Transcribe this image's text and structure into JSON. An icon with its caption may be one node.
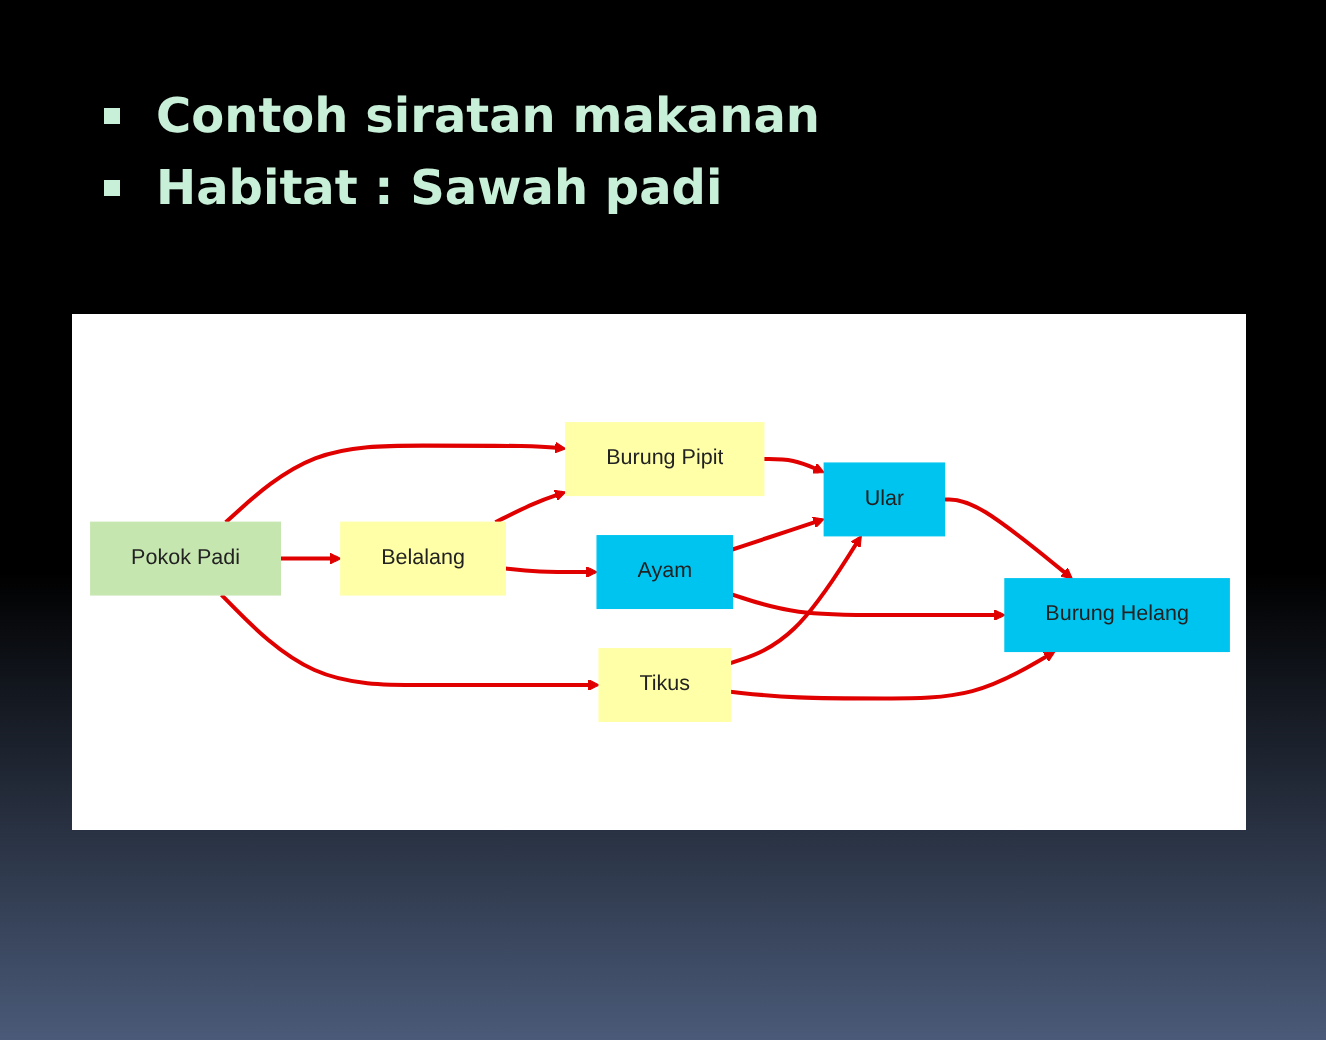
{
  "diagram": {
    "nodes": [
      {
        "text": [
          "Pokok Padi"
        ]
      },
      {
        "text": [
          "Burung Pipit"
        ]
      },
      {
        "text": [
          "Belalang"
        ]
      },
      {
        "text": [
          "Tikus"
        ]
      },
      {
        "text": [
          "Ular"
        ]
      },
      {
        "text": [
          "Ayam"
        ]
      },
      {
        "text": [
          "Burung Helang"
        ]
      }
    ],
    "edges": [
      {
        "from": 0,
        "to": 1,
        "arrow": "to"
      },
      {
        "from": 0,
        "to": 2,
        "arrow": "to"
      },
      {
        "from": 0,
        "to": 3,
        "arrow": "to"
      },
      {
        "from": 2,
        "to": 1,
        "arrow": "to"
      },
      {
        "from": 1,
        "to": 4,
        "arrow": "to"
      },
      {
        "from": 2,
        "to": 5,
        "arrow": "to"
      },
      {
        "from": 3,
        "to": 4,
        "arrow": "to"
      },
      {
        "from": 5,
        "to": 4,
        "arrow": "to"
      },
      {
        "from": 4,
        "to": 6,
        "arrow": "to"
      },
      {
        "from": 5,
        "to": 6,
        "arrow": "to"
      },
      {
        "from": 3,
        "to": 6,
        "arrow": "to"
      }
    ],
    "labels": [
      "Contoh siratan makanan",
      "Habitat : Sawah padi"
    ]
  }
}
